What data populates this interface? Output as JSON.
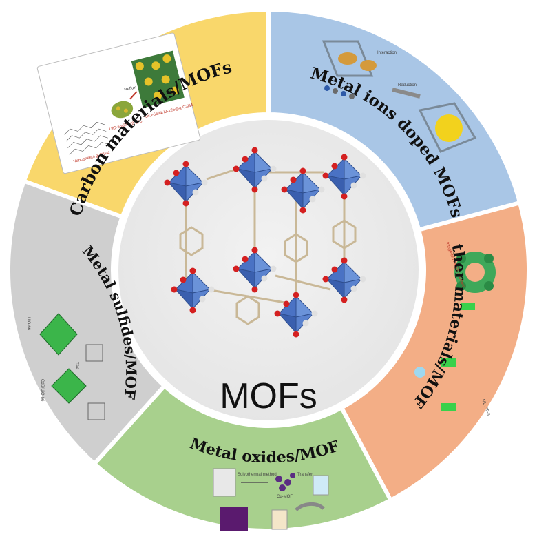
{
  "center": {
    "title": "MOFs"
  },
  "segments": [
    {
      "id": "carbon",
      "title": "Carbon materials/MOFs",
      "color": "#f9d76b",
      "inset_labels": [
        "Nanosheets g-C3N4",
        "UiO-66@NH2-125",
        "Reflux",
        "UiO-66/NH2-125@g-C3N4"
      ]
    },
    {
      "id": "metal-ions",
      "title": "Metal ions doped MOFs",
      "color": "#a9c6e6",
      "inset_labels": [
        "Interaction",
        "Reduction"
      ]
    },
    {
      "id": "other",
      "title": "Other materials/MOFs",
      "color": "#f3ae86",
      "inset_labels": [
        "Integrated MOFs structure",
        "ML-ZIF-8"
      ]
    },
    {
      "id": "oxides",
      "title": "Metal oxides/MOFs",
      "color": "#a8d08d",
      "inset_labels": [
        "Solvothermal method",
        "Cu-MOF",
        "Transfer"
      ]
    },
    {
      "id": "sulfides",
      "title": "Metal sulfides/MOFs",
      "color": "#cfcfcf",
      "inset_labels": [
        "UiO-66",
        "CdS/UiO-66",
        "TAA"
      ]
    }
  ]
}
